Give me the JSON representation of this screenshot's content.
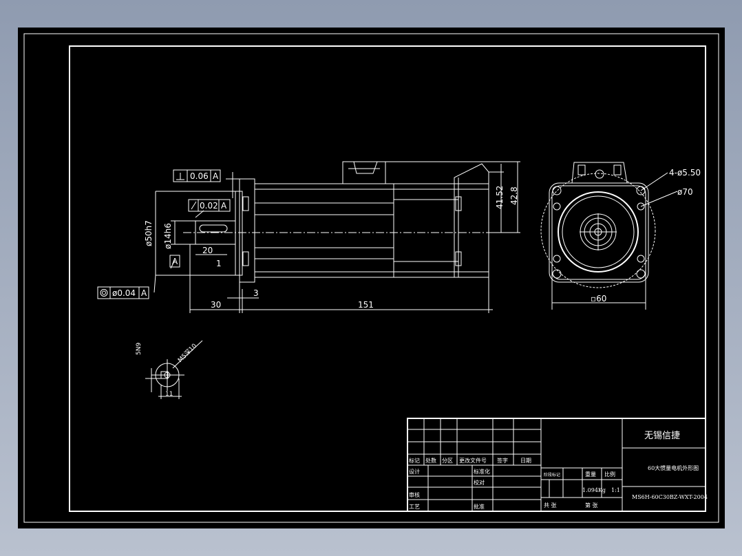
{
  "dims": {
    "perp_tol": "0.06",
    "perp_datum": "A",
    "runout_tol": "0.02",
    "runout_datum": "A",
    "conc_tol": "ø0.04",
    "conc_datum": "A",
    "dia_50": "ø50h7",
    "dia_14": "ø14h6",
    "datum_a": "A",
    "len_20": "20",
    "len_1": "1",
    "len_30": "30",
    "len_3": "3",
    "len_151": "151",
    "h_41": "41.52",
    "h_42": "42.8",
    "holes": "4-ø5.50",
    "pcd": "ø70",
    "square": "▫60",
    "key_h": "5N9",
    "thread": "M5深10",
    "key_w": "11"
  },
  "title_block": {
    "company": "无锡信捷",
    "drawing_name": "60大惯量电机外形图",
    "drawing_no": "MS6H-60C30BZ-WXT-2004",
    "weight": "1.094Kg",
    "scale": "1:1",
    "h_mark": "标记",
    "h_count": "处数",
    "h_zone": "分区",
    "h_docno": "更改文件号",
    "h_sign": "签字",
    "h_date": "日期",
    "r_design": "设计",
    "r_std": "标准化",
    "r_check": "校对",
    "r_review": "审核",
    "r_process": "工艺",
    "r_approve": "批准",
    "c_stage": "阶段标记",
    "c_weight": "重量",
    "c_scale": "比例",
    "c_sheet": "共 张",
    "c_sheet2": "第 张"
  }
}
